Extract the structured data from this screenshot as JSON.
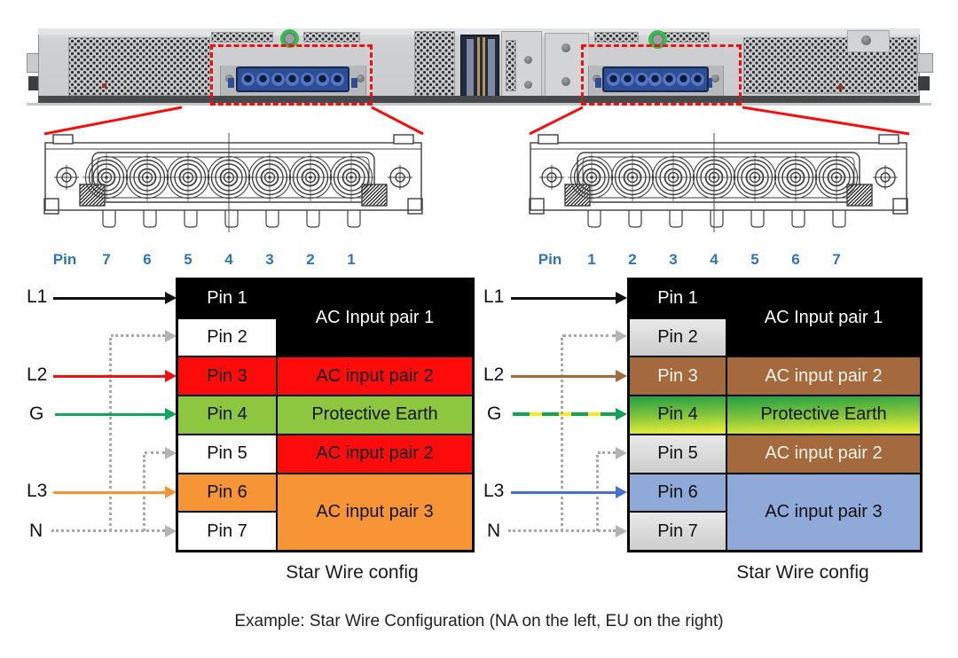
{
  "caption": "Example: Star Wire Configuration (NA on the left, EU on the right)",
  "pin_row": {
    "label": "Pin",
    "left_order": [
      "7",
      "6",
      "5",
      "4",
      "3",
      "2",
      "1"
    ],
    "right_order": [
      "1",
      "2",
      "3",
      "4",
      "5",
      "6",
      "7"
    ]
  },
  "left_table": {
    "region": "NA",
    "pins": [
      "Pin 1",
      "Pin 2",
      "Pin 3",
      "Pin 4",
      "Pin 5",
      "Pin 6",
      "Pin 7"
    ],
    "functions": [
      "AC Input pair 1",
      "AC input pair 2",
      "Protective Earth",
      "AC input pair 2",
      "AC input pair 3"
    ],
    "footer": "Star Wire config",
    "colors": {
      "black": "#000000",
      "white": "#ffffff",
      "red": "#fe0b0b",
      "green": "#8dc63f",
      "orange": "#f79435"
    }
  },
  "right_table": {
    "region": "EU",
    "pins": [
      "Pin 1",
      "Pin 2",
      "Pin 3",
      "Pin 4",
      "Pin 5",
      "Pin 6",
      "Pin 7"
    ],
    "functions": [
      "AC Input pair 1",
      "AC input pair 2",
      "Protective Earth",
      "AC input pair 2",
      "AC input pair 3"
    ],
    "footer": "Star Wire config",
    "colors": {
      "black": "#000000",
      "grey": "#d6d6d6",
      "brown": "#a4693c",
      "green_yellow": "#28a245-#e9ee38",
      "blue": "#8fa9d9"
    }
  },
  "wires_left": [
    {
      "label": "L1",
      "color": "#111111",
      "style": "solid"
    },
    {
      "label": "L2",
      "color": "#ee1111",
      "style": "solid"
    },
    {
      "label": "G",
      "color": "#0ea65a",
      "style": "solid"
    },
    {
      "label": "L3",
      "color": "#f79435",
      "style": "solid"
    },
    {
      "label": "N",
      "color": "#a8a8a8",
      "style": "dotted"
    }
  ],
  "wires_right": [
    {
      "label": "L1",
      "color": "#111111",
      "style": "solid"
    },
    {
      "label": "L2",
      "color": "#a4693c",
      "style": "solid"
    },
    {
      "label": "G",
      "color": "#12a455/#f6ec1f",
      "style": "green-yellow dashed"
    },
    {
      "label": "L3",
      "color": "#4673c8",
      "style": "solid"
    },
    {
      "label": "N",
      "color": "#a8a8a8",
      "style": "dotted"
    }
  ]
}
